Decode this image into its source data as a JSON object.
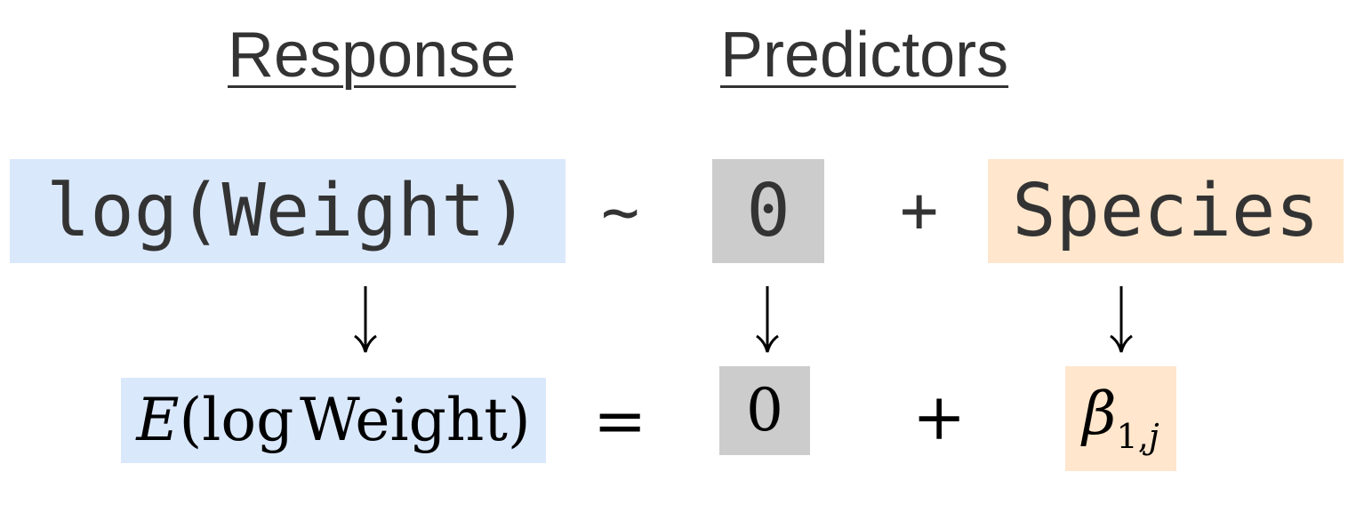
{
  "headings": {
    "response": "Response",
    "predictors": "Predictors"
  },
  "formula": {
    "response": "log(Weight)",
    "tilde": "~",
    "intercept": "0",
    "plus": "+",
    "predictor": "Species"
  },
  "equation": {
    "lhs_func": "E",
    "lhs_open": "(",
    "lhs_log": "log",
    "lhs_var": "Weight",
    "lhs_close": ")",
    "equals": "=",
    "intercept": "0",
    "plus": "+",
    "coef": "β",
    "coef_sub_1": "1,",
    "coef_sub_2": "j"
  },
  "colors": {
    "response_box": "#dae8fc",
    "intercept_box": "#cccccc",
    "predictor_box": "#ffe6cc",
    "text": "#333333"
  },
  "icons": [
    "down-arrow-icon",
    "down-arrow-icon",
    "down-arrow-icon"
  ]
}
